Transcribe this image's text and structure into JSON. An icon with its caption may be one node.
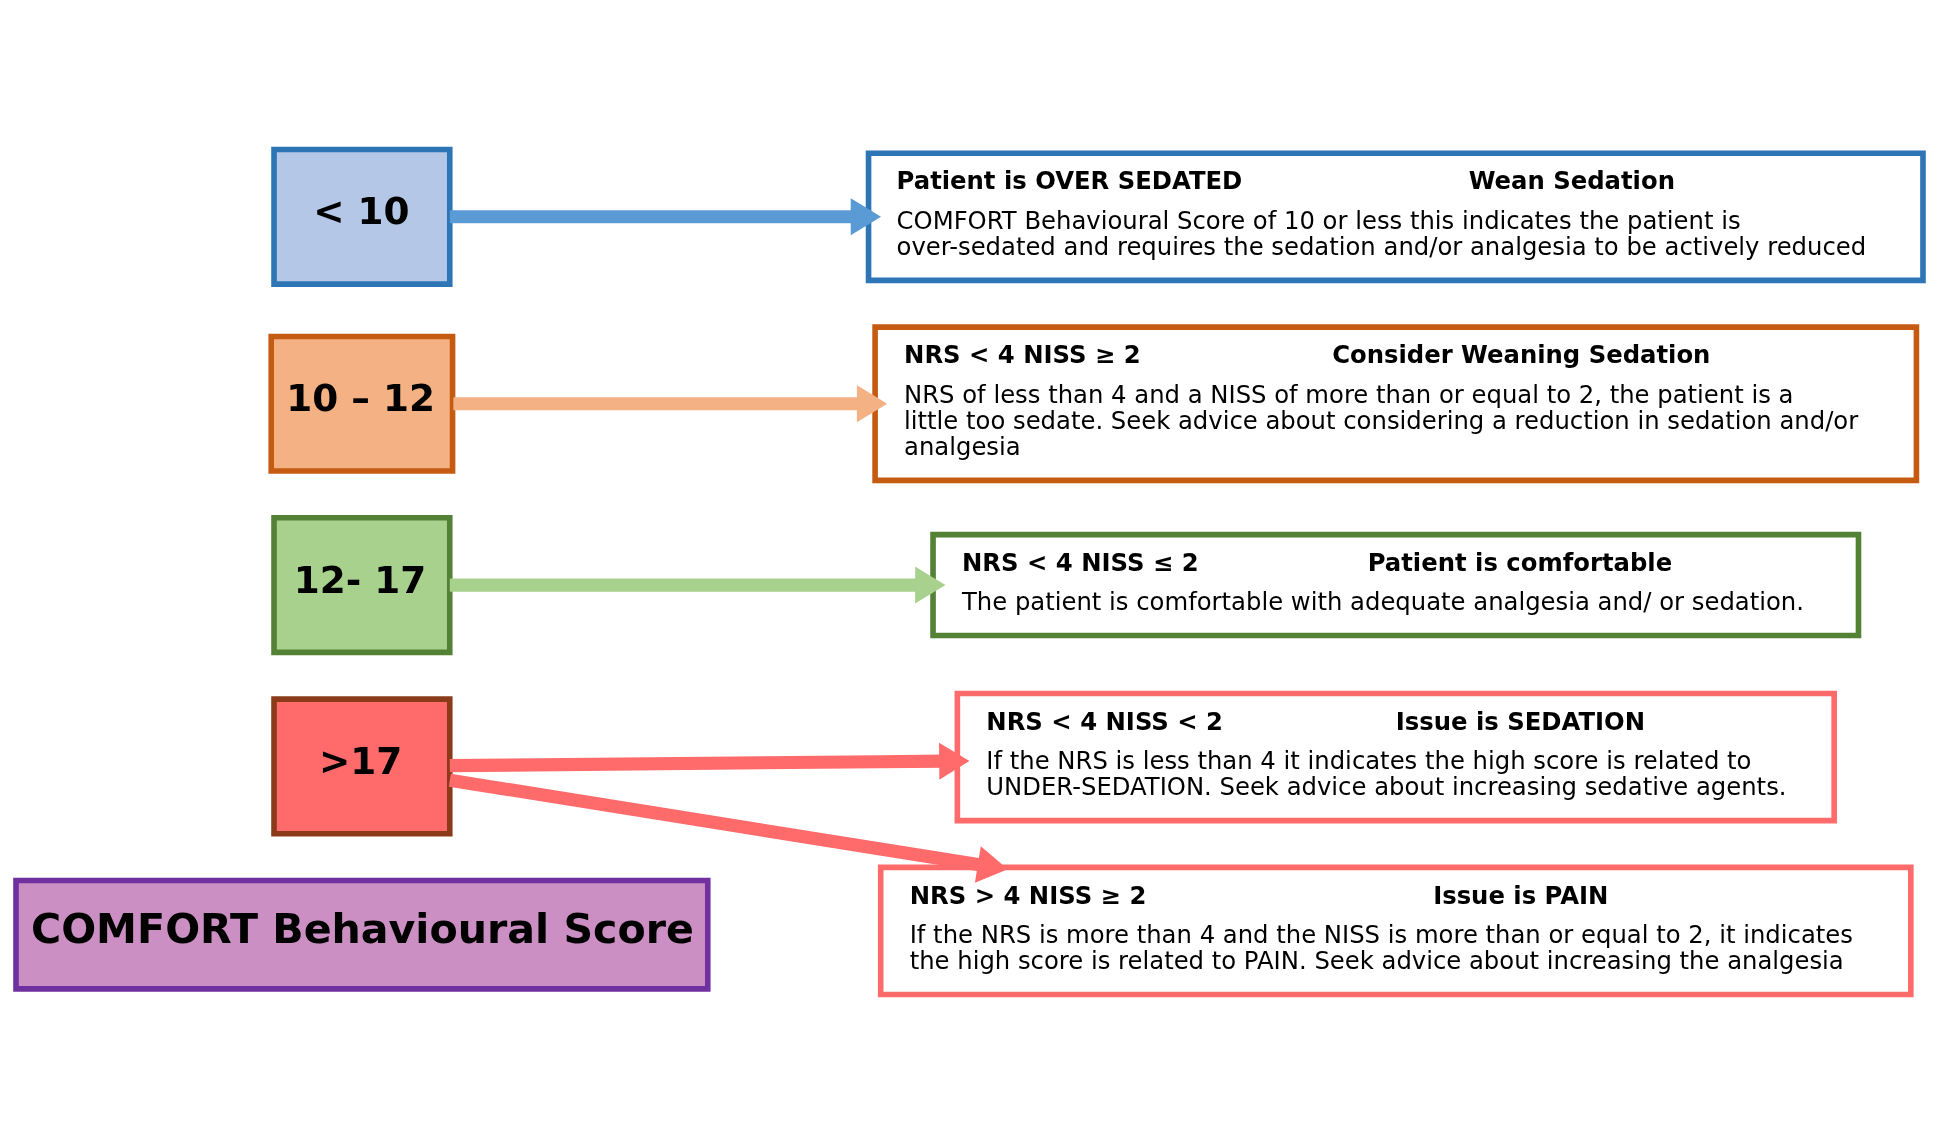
{
  "diagram": {
    "nodes": [
      {
        "text": [
          "COMFORT Behavioural Score"
        ]
      },
      {
        "text": [
          ">17"
        ]
      },
      {
        "text": [
          "12- 17"
        ]
      },
      {
        "text": [
          "10 – 12"
        ]
      },
      {
        "text": [
          "< 10"
        ]
      },
      {
        "text": [
          "NRS < 4 NISS < 2",
          "Issue is SEDATION",
          "If the NRS is less than 4 it indicates the high score is related to UNDER-SEDATION. Seek advice about increasing sedative agents."
        ]
      },
      {
        "text": [
          "NRS > 4 NISS ≥ 2",
          "Issue is PAIN",
          "If the NRS is more than 4 and the NISS is more than or equal to 2, it indicates the high score is related to PAIN. Seek advice about increasing the analgesia"
        ]
      },
      {
        "text": [
          "NRS < 4 NISS ≤ 2",
          "Patient is comfortable",
          "The patient is comfortable with adequate analgesia and/ or sedation."
        ]
      },
      {
        "text": [
          "NRS < 4 NISS ≥ 2",
          "Consider Weaning Sedation",
          "NRS of less than 4 and a NISS of more than or equal to 2, the patient is a little too sedate. Seek advice about considering a reduction in sedation and/or analgesia"
        ]
      },
      {
        "text": [
          "Patient is OVER SEDATED",
          "Wean Sedation",
          "COMFORT Behavioural Score of 10 or less this indicates the patient is over-sedated and requires the sedation and/or analgesia to be actively reduced"
        ]
      }
    ],
    "edges": [
      {
        "from": 1,
        "to": 5,
        "arrow": "to"
      },
      {
        "from": 1,
        "to": 6,
        "arrow": "to"
      },
      {
        "from": 2,
        "to": 7,
        "arrow": "to",
        "color": "#a9d18e"
      },
      {
        "from": 3,
        "to": 8,
        "arrow": "to",
        "color": "#f4b183"
      },
      {
        "from": 4,
        "to": 9,
        "arrow": "to",
        "color": "#5b9bd5"
      }
    ]
  }
}
